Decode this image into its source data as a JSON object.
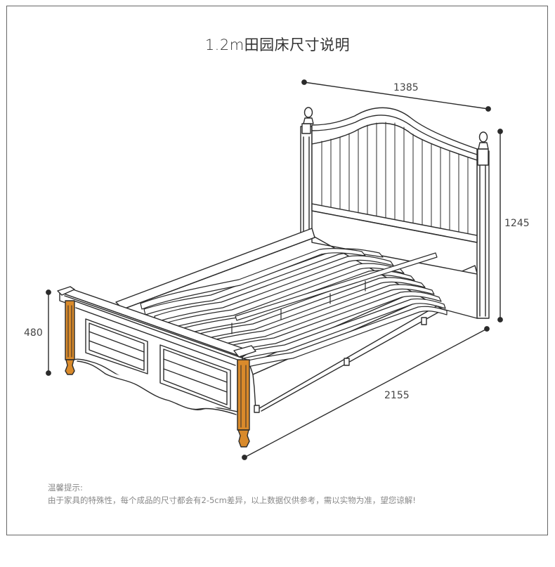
{
  "title": "1.2m田园床尺寸说明",
  "dimensions": {
    "width": "1385",
    "head_height": "1245",
    "foot_height": "480",
    "length": "2155"
  },
  "note": {
    "heading": "温馨提示:",
    "body": "由于家具的特殊性，每个成品的尺寸都会有2-5cm差异，以上数据仅供参考，需以实物为准，望您谅解!"
  },
  "colors": {
    "line": "#2b2b2b",
    "wood_leg": "#d98a2b",
    "panel": "#ffffff"
  }
}
